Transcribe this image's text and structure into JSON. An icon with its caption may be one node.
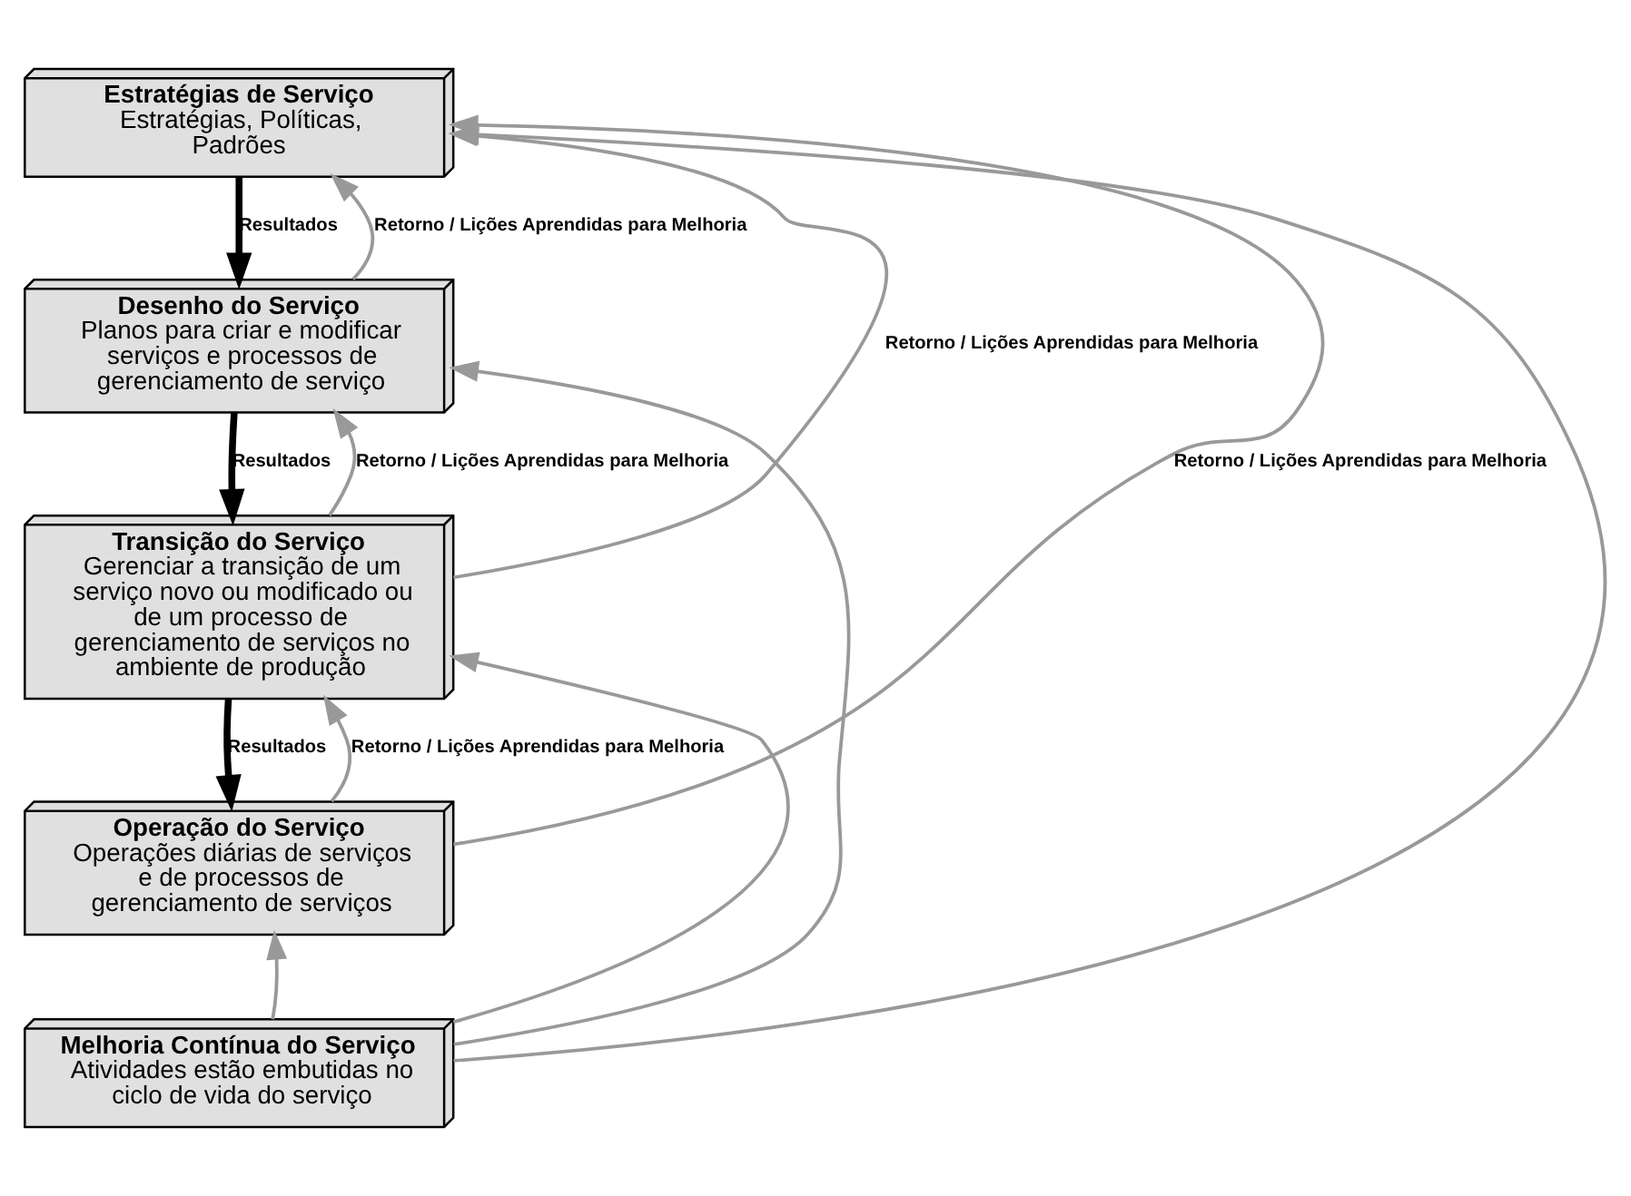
{
  "diagram": {
    "nodes": [
      {
        "text": [
          "Estratégias de Serviço",
          "Estratégias, Políticas, Padrões"
        ]
      },
      {
        "text": [
          "Desenho do Serviço",
          "Planos para criar e modificar serviços e processos de gerenciamento de serviço"
        ]
      },
      {
        "text": [
          "Transição do Serviço",
          "Gerenciar a transição de um serviço novo ou modificado ou de um processo de gerenciamento de serviços no ambiente de produção"
        ]
      },
      {
        "text": [
          "Operação do Serviço",
          "Operações diárias de serviços e de processos de gerenciamento de serviços"
        ]
      },
      {
        "text": [
          "Melhoria Contínua do Serviço",
          "Atividades estão embutidas no ciclo de vida do serviço"
        ]
      }
    ],
    "edges": [
      {
        "from": 0,
        "to": 1,
        "arrow": "to",
        "label": "Resultados",
        "style": "thick",
        "color": "#000000"
      },
      {
        "from": 1,
        "to": 2,
        "arrow": "to",
        "label": "Resultados",
        "style": "thick",
        "color": "#000000"
      },
      {
        "from": 2,
        "to": 3,
        "arrow": "to",
        "label": "Resultados",
        "style": "thick",
        "color": "#000000"
      },
      {
        "from": 1,
        "to": 0,
        "arrow": "to",
        "label": "Retorno / Lições Aprendidas para Melhoria"
      },
      {
        "from": 2,
        "to": 0,
        "arrow": "to",
        "label": "Retorno / Lições Aprendidas para Melhoria"
      },
      {
        "from": 3,
        "to": 0,
        "arrow": "to",
        "label": "Retorno / Lições Aprendidas para Melhoria"
      },
      {
        "from": 2,
        "to": 1,
        "arrow": "to",
        "label": "Retorno / Lições Aprendidas para Melhoria"
      },
      {
        "from": 3,
        "to": 2,
        "arrow": "to",
        "label": "Retorno / Lições Aprendidas para Melhoria"
      },
      {
        "from": 4,
        "to": 0,
        "arrow": "to"
      },
      {
        "from": 4,
        "to": 1,
        "arrow": "to"
      },
      {
        "from": 4,
        "to": 2,
        "arrow": "to"
      },
      {
        "from": 4,
        "to": 3,
        "arrow": "to"
      }
    ]
  }
}
